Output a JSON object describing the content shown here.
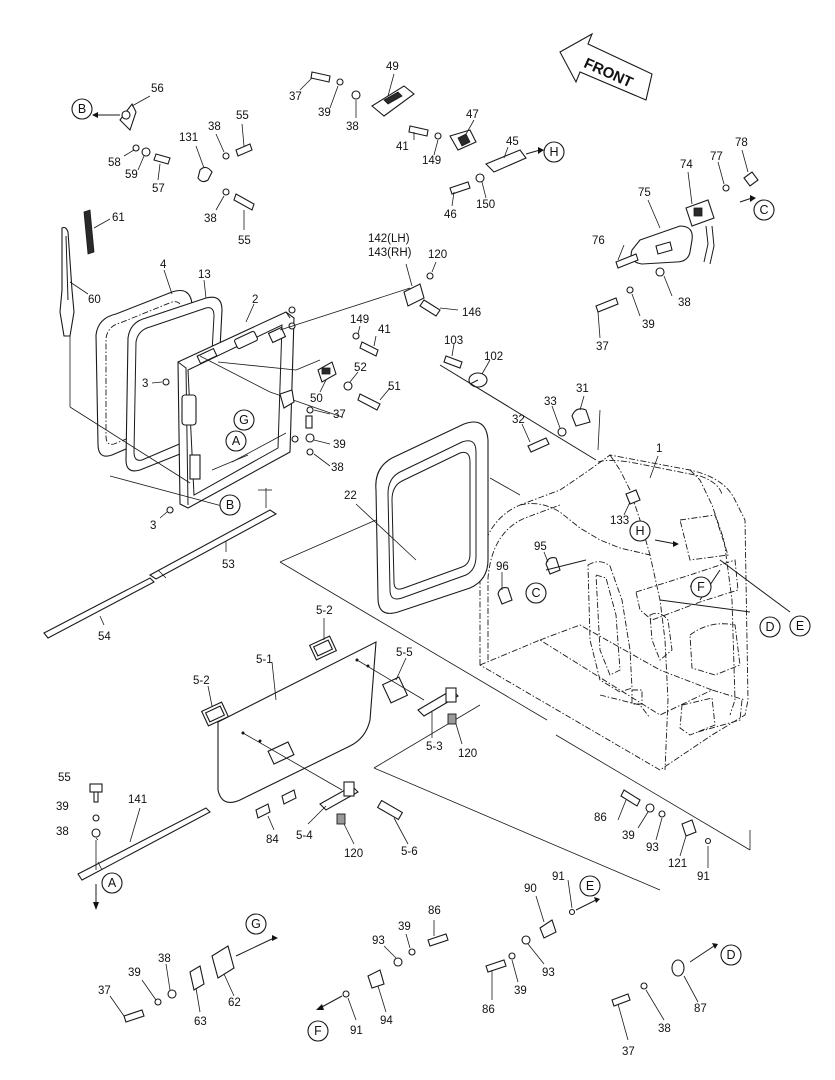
{
  "front_label": "FRONT",
  "part_labels": [
    {
      "id": "l56",
      "text": "56"
    },
    {
      "id": "l58",
      "text": "58"
    },
    {
      "id": "l59",
      "text": "59"
    },
    {
      "id": "l57",
      "text": "57"
    },
    {
      "id": "l131",
      "text": "131"
    },
    {
      "id": "l38a",
      "text": "38"
    },
    {
      "id": "l55a",
      "text": "55"
    },
    {
      "id": "l38b",
      "text": "38"
    },
    {
      "id": "l55b",
      "text": "55"
    },
    {
      "id": "l37a",
      "text": "37"
    },
    {
      "id": "l39a",
      "text": "39"
    },
    {
      "id": "l38c",
      "text": "38"
    },
    {
      "id": "l49",
      "text": "49"
    },
    {
      "id": "l41a",
      "text": "41"
    },
    {
      "id": "l149a",
      "text": "149"
    },
    {
      "id": "l47",
      "text": "47"
    },
    {
      "id": "l45",
      "text": "45"
    },
    {
      "id": "l46",
      "text": "46"
    },
    {
      "id": "l150",
      "text": "150"
    },
    {
      "id": "l74",
      "text": "74"
    },
    {
      "id": "l77",
      "text": "77"
    },
    {
      "id": "l78",
      "text": "78"
    },
    {
      "id": "l75",
      "text": "75"
    },
    {
      "id": "l76",
      "text": "76"
    },
    {
      "id": "l38d",
      "text": "38"
    },
    {
      "id": "l39b",
      "text": "39"
    },
    {
      "id": "l37b",
      "text": "37"
    },
    {
      "id": "l61",
      "text": "61"
    },
    {
      "id": "l60",
      "text": "60"
    },
    {
      "id": "l4",
      "text": "4"
    },
    {
      "id": "l13",
      "text": "13"
    },
    {
      "id": "l2",
      "text": "2"
    },
    {
      "id": "l3a",
      "text": "3"
    },
    {
      "id": "l3b",
      "text": "3"
    },
    {
      "id": "l142",
      "text": "142(LH)"
    },
    {
      "id": "l143",
      "text": "143(RH)"
    },
    {
      "id": "l120a",
      "text": "120"
    },
    {
      "id": "l146",
      "text": "146"
    },
    {
      "id": "l149b",
      "text": "149"
    },
    {
      "id": "l41b",
      "text": "41"
    },
    {
      "id": "l50",
      "text": "50"
    },
    {
      "id": "l52",
      "text": "52"
    },
    {
      "id": "l51",
      "text": "51"
    },
    {
      "id": "l37c",
      "text": "37"
    },
    {
      "id": "l39c",
      "text": "39"
    },
    {
      "id": "l38e",
      "text": "38"
    },
    {
      "id": "l103",
      "text": "103"
    },
    {
      "id": "l102",
      "text": "102"
    },
    {
      "id": "l31",
      "text": "31"
    },
    {
      "id": "l33",
      "text": "33"
    },
    {
      "id": "l32",
      "text": "32"
    },
    {
      "id": "l1",
      "text": "1"
    },
    {
      "id": "l22",
      "text": "22"
    },
    {
      "id": "l53",
      "text": "53"
    },
    {
      "id": "l54",
      "text": "54"
    },
    {
      "id": "l133",
      "text": "133"
    },
    {
      "id": "l95",
      "text": "95"
    },
    {
      "id": "l96",
      "text": "96"
    },
    {
      "id": "l5_2a",
      "text": "5-2"
    },
    {
      "id": "l5_1",
      "text": "5-1"
    },
    {
      "id": "l5_2b",
      "text": "5-2"
    },
    {
      "id": "l5_5",
      "text": "5-5"
    },
    {
      "id": "l5_3",
      "text": "5-3"
    },
    {
      "id": "l120b",
      "text": "120"
    },
    {
      "id": "l84",
      "text": "84"
    },
    {
      "id": "l5_4",
      "text": "5-4"
    },
    {
      "id": "l120c",
      "text": "120"
    },
    {
      "id": "l5_6",
      "text": "5-6"
    },
    {
      "id": "l55c",
      "text": "55"
    },
    {
      "id": "l39d",
      "text": "39"
    },
    {
      "id": "l38f",
      "text": "38"
    },
    {
      "id": "l141",
      "text": "141"
    },
    {
      "id": "l86a",
      "text": "86"
    },
    {
      "id": "l39e",
      "text": "39"
    },
    {
      "id": "l93a",
      "text": "93"
    },
    {
      "id": "l121",
      "text": "121"
    },
    {
      "id": "l91a",
      "text": "91"
    },
    {
      "id": "l90",
      "text": "90"
    },
    {
      "id": "l91b",
      "text": "91"
    },
    {
      "id": "l86b",
      "text": "86"
    },
    {
      "id": "l39f",
      "text": "39"
    },
    {
      "id": "l93b",
      "text": "93"
    },
    {
      "id": "l86c",
      "text": "86"
    },
    {
      "id": "l39g",
      "text": "39"
    },
    {
      "id": "l93c",
      "text": "93"
    },
    {
      "id": "l94",
      "text": "94"
    },
    {
      "id": "l91c",
      "text": "91"
    },
    {
      "id": "l37d",
      "text": "37"
    },
    {
      "id": "l39h",
      "text": "39"
    },
    {
      "id": "l38g",
      "text": "38"
    },
    {
      "id": "l63",
      "text": "63"
    },
    {
      "id": "l62",
      "text": "62"
    },
    {
      "id": "l87",
      "text": "87"
    },
    {
      "id": "l38h",
      "text": "38"
    },
    {
      "id": "l37e",
      "text": "37"
    }
  ],
  "callouts": [
    {
      "id": "cB1",
      "text": "B"
    },
    {
      "id": "cH1",
      "text": "H"
    },
    {
      "id": "cC1",
      "text": "C"
    },
    {
      "id": "cG1",
      "text": "G"
    },
    {
      "id": "cA1",
      "text": "A"
    },
    {
      "id": "cB2",
      "text": "B"
    },
    {
      "id": "cH2",
      "text": "H"
    },
    {
      "id": "cC2",
      "text": "C"
    },
    {
      "id": "cF1",
      "text": "F"
    },
    {
      "id": "cD1",
      "text": "D"
    },
    {
      "id": "cE1",
      "text": "E"
    },
    {
      "id": "cA2",
      "text": "A"
    },
    {
      "id": "cE2",
      "text": "E"
    },
    {
      "id": "cG2",
      "text": "G"
    },
    {
      "id": "cF2",
      "text": "F"
    },
    {
      "id": "cD2",
      "text": "D"
    }
  ]
}
